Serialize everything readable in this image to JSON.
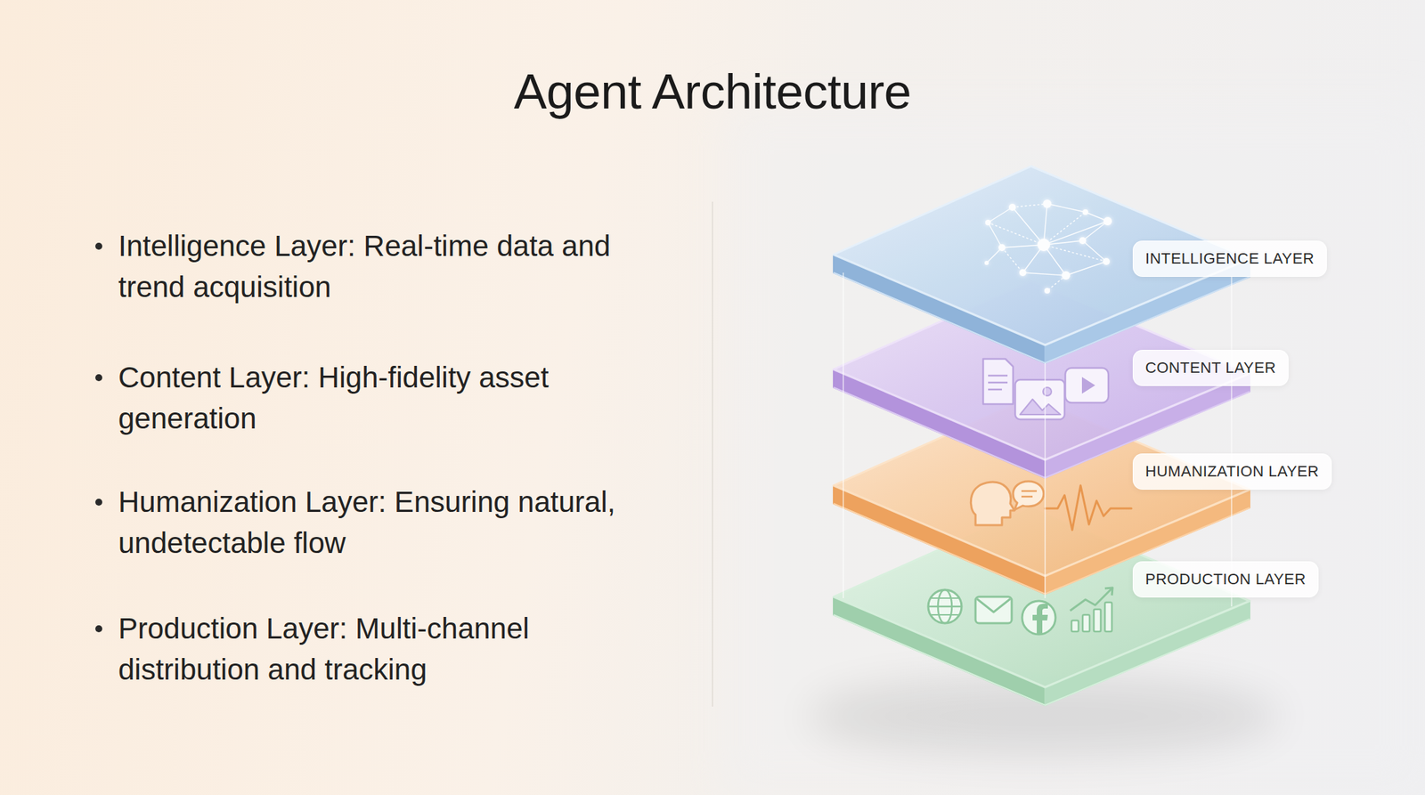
{
  "diagram": {
    "title": "Agent Architecture",
    "nodes": [
      {
        "text": [
          "INTELLIGENCE LAYER"
        ]
      },
      {
        "text": [
          "CONTENT LAYER"
        ]
      },
      {
        "text": [
          "HUMANIZATION LAYER"
        ]
      },
      {
        "text": [
          "PRODUCTION LAYER"
        ]
      }
    ],
    "labels": [
      "Intelligence Layer: Real-time data and trend acquisition",
      "Content Layer: High-fidelity asset generation",
      "Humanization Layer: Ensuring natural, undetectable flow",
      "Production Layer: Multi-channel distribution and tracking"
    ]
  }
}
